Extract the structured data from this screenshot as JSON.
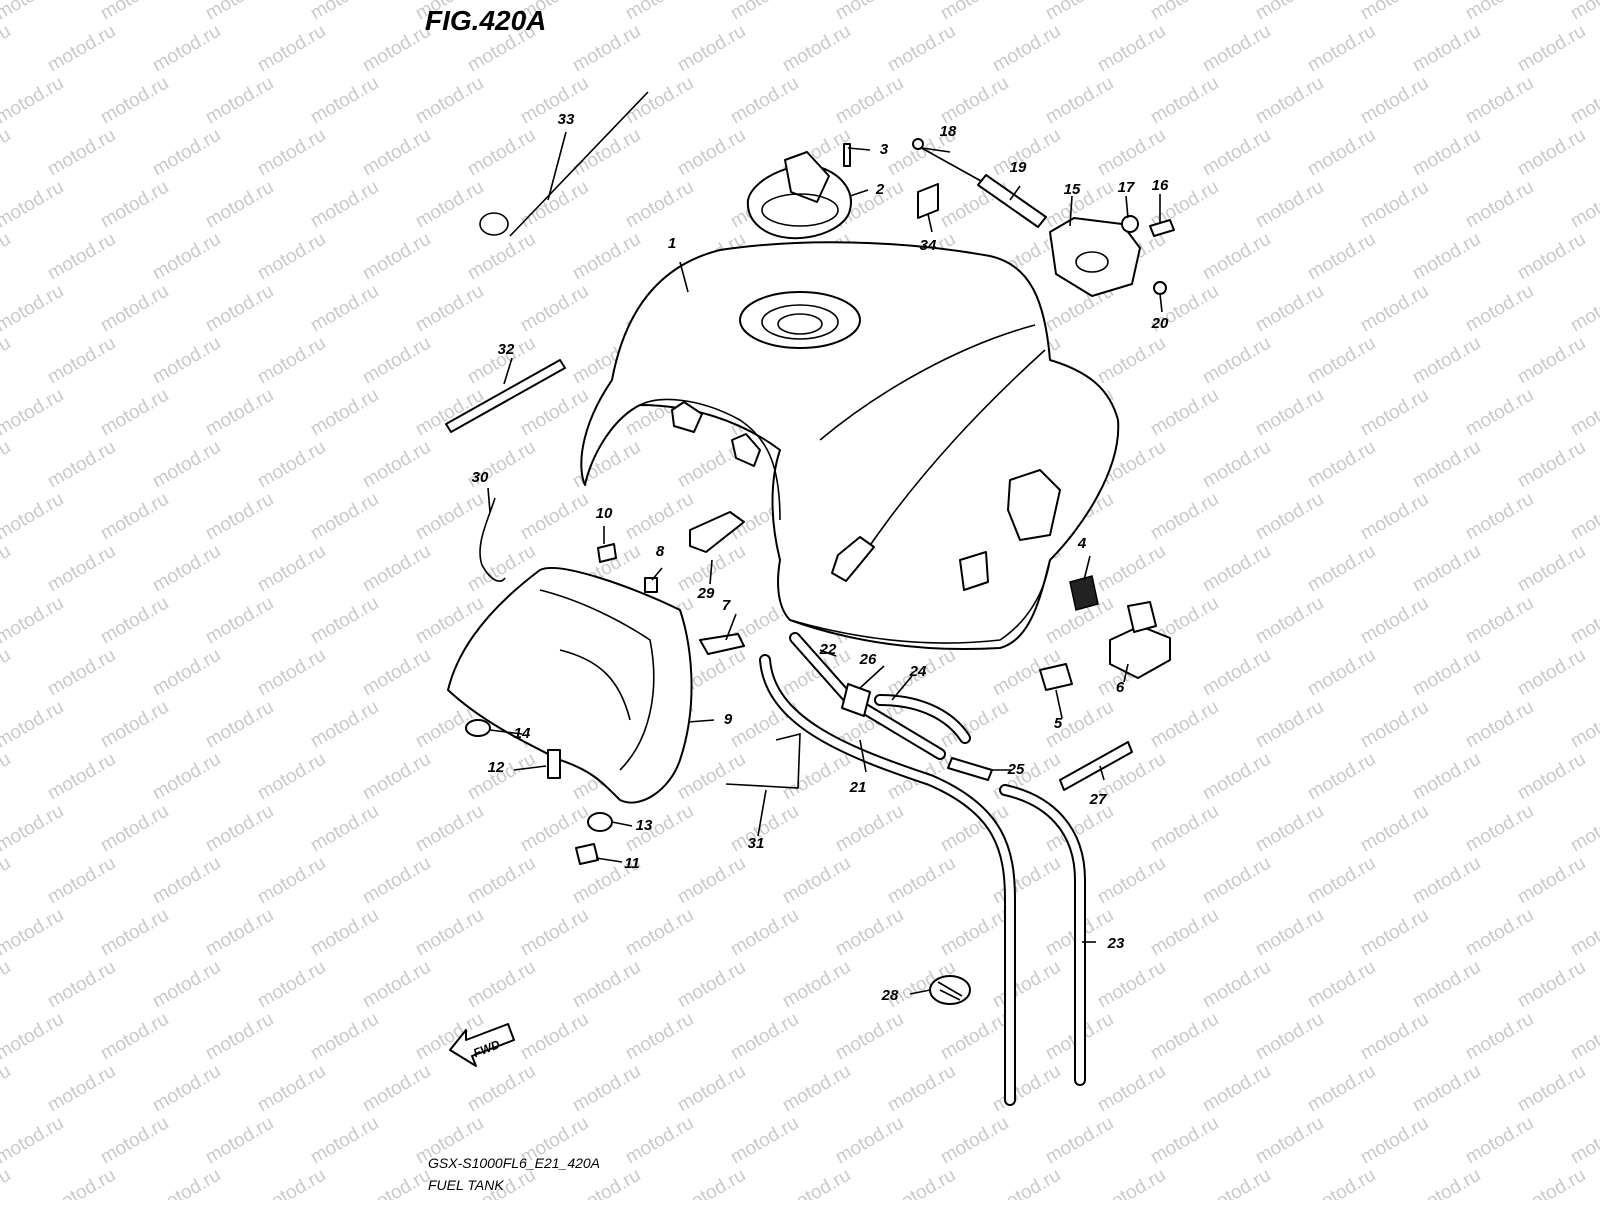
{
  "figure": {
    "title": "FIG.420A",
    "code": "GSX-S1000FL6_E21_420A",
    "name": "FUEL TANK"
  },
  "watermark": "motod.ru",
  "direction_label": "FWD",
  "callouts": [
    "1",
    "2",
    "3",
    "4",
    "5",
    "6",
    "7",
    "8",
    "9",
    "10",
    "11",
    "12",
    "13",
    "14",
    "15",
    "16",
    "17",
    "18",
    "19",
    "20",
    "21",
    "22",
    "23",
    "24",
    "25",
    "26",
    "27",
    "28",
    "29",
    "30",
    "31",
    "32",
    "33",
    "34"
  ]
}
